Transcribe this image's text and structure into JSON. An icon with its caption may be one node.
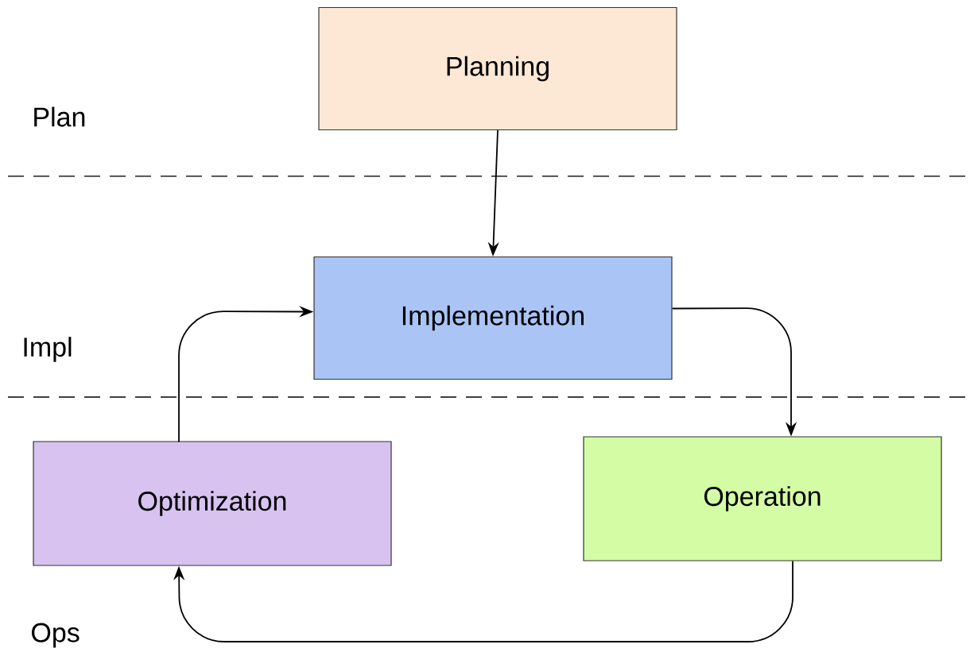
{
  "diagram": {
    "nodes": [
      {
        "text": [
          "Planning"
        ]
      },
      {
        "text": [
          "Implementation"
        ]
      },
      {
        "text": [
          "Operation"
        ]
      },
      {
        "text": [
          "Optimization"
        ]
      }
    ],
    "edges": [
      {
        "from": 0,
        "to": 1,
        "arrow": "to"
      },
      {
        "from": 1,
        "to": 2,
        "arrow": "to"
      },
      {
        "from": 2,
        "to": 3,
        "arrow": "to"
      },
      {
        "from": 3,
        "to": 1,
        "arrow": "to"
      }
    ],
    "labels": [
      "Plan",
      "Impl",
      "Ops"
    ]
  }
}
